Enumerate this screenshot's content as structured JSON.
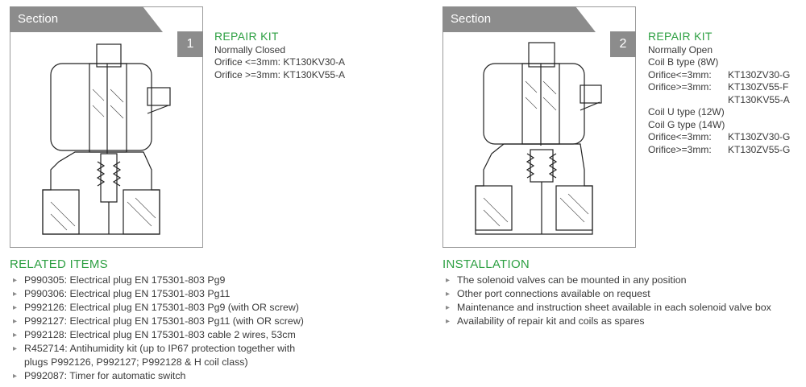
{
  "panels": [
    {
      "tab": "Section",
      "number": "1",
      "kit_title": "REPAIR KIT",
      "subtitle": "Normally Closed",
      "lines": [
        "Orifice <=3mm: KT130KV30-A",
        "Orifice >=3mm: KT130KV55-A"
      ]
    },
    {
      "tab": "Section",
      "number": "2",
      "kit_title": "REPAIR KIT",
      "subtitle": "Normally Open",
      "coil_b": "Coil B type (8W)",
      "b_rows": [
        {
          "label": "Orifice<=3mm:",
          "code": "KT130ZV30-G"
        },
        {
          "label": "Orifice>=3mm:",
          "code": "KT130ZV55-F"
        },
        {
          "label": "",
          "code": "KT130KV55-A"
        }
      ],
      "coil_u": "Coil U type (12W)",
      "coil_g": "Coil G type (14W)",
      "g_rows": [
        {
          "label": "Orifice<=3mm:",
          "code": "KT130ZV30-G"
        },
        {
          "label": "Orifice>=3mm:",
          "code": "KT130ZV55-G"
        }
      ]
    }
  ],
  "related": {
    "title": "RELATED ITEMS",
    "items": [
      "P990305: Electrical plug EN 175301-803 Pg9",
      "P990306: Electrical plug EN 175301-803 Pg11",
      "P992126: Electrical plug EN 175301-803 Pg9 (with OR screw)",
      "P992127: Electrical plug EN 175301-803 Pg11 (with OR screw)",
      "P992128: Electrical plug EN 175301-803 cable 2 wires, 53cm",
      "R452714: Antihumidity kit (up to IP67 protection together with",
      "P992087: Timer for automatic switch"
    ],
    "cont": "plugs P992126, P992127; P992128 & H coil class)"
  },
  "installation": {
    "title": "INSTALLATION",
    "items": [
      "The solenoid valves can be mounted in any position",
      "Other port connections available on request",
      "Maintenance and instruction sheet available in each solenoid valve box",
      "Availability of repair kit and coils as spares"
    ]
  }
}
